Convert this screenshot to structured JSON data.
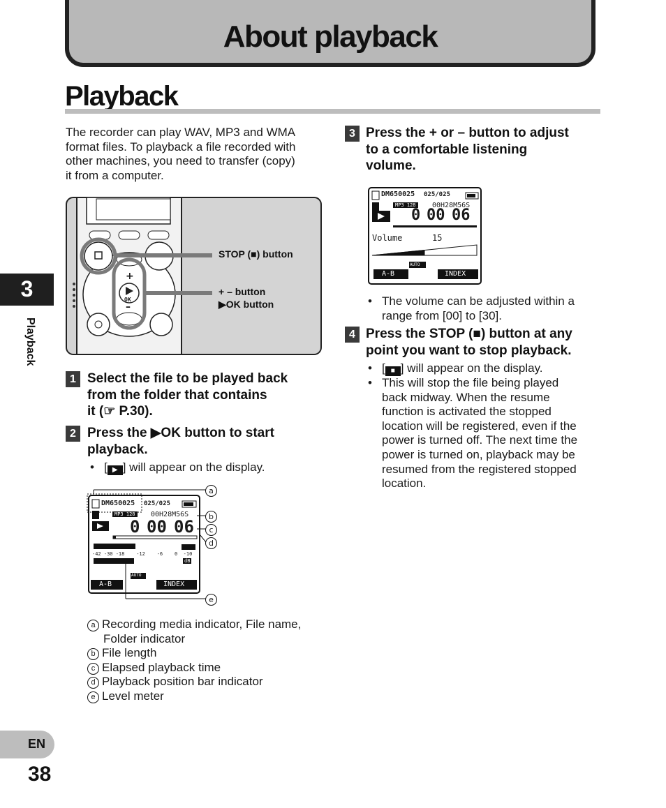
{
  "header": {
    "title": "About playback"
  },
  "section": {
    "title": "Playback"
  },
  "side_tab": {
    "chapter": "3",
    "label": "Playback"
  },
  "footer": {
    "lang": "EN",
    "page": "38"
  },
  "intro": {
    "lines": [
      "The recorder can play WAV, MP3 and WMA",
      "format files. To playback a file recorded with",
      "other machines, you need to transfer (copy)",
      "it from a computer."
    ]
  },
  "device_figure": {
    "stop_label": "STOP (■) button",
    "plus_minus_label": "+ – button",
    "ok_label": "▶OK button",
    "ok_button_text": "OK",
    "plus": "+",
    "minus": "–"
  },
  "steps": [
    {
      "num": "1",
      "lines": [
        "Select the file to be played back",
        "from the folder that contains",
        "it (☞ P.30)."
      ]
    },
    {
      "num": "2",
      "lines": [
        "Press the ▶OK button to start",
        "playback."
      ],
      "bullets": [
        {
          "pre": "[",
          "icon": "▶",
          "post": "] will appear on the display."
        }
      ]
    },
    {
      "num": "3",
      "lines": [
        "Press the + or – button to adjust",
        "to a comfortable listening",
        "volume."
      ],
      "bullets": [
        {
          "lines": [
            "The volume can be adjusted within a",
            "range from [00] to [30]."
          ]
        }
      ]
    },
    {
      "num": "4",
      "lines": [
        "Press the STOP (■) button at any",
        "point you want to stop playback."
      ],
      "bullets": [
        {
          "pre": "[",
          "icon": "■",
          "post": "] will appear on the display."
        },
        {
          "lines": [
            "This will stop the file being played",
            "back midway. When the resume",
            "function is activated the stopped",
            "location will be registered, even if the",
            "power is turned off. The next time the",
            "power is turned on, playback may be",
            "resumed from the registered stopped",
            "location."
          ]
        }
      ]
    }
  ],
  "lcd_main": {
    "file": "DM650025",
    "folder_count": "025/025",
    "format": "MP3 128",
    "length": "00H28M56S",
    "time_h": "0",
    "time_m": "00",
    "time_s": "06",
    "scale": "-42 -30 -18    -12    -6    0  -10",
    "db": "dB",
    "auto": "AUTO",
    "ab": "A-B",
    "index": "INDEX",
    "callouts": [
      "a",
      "b",
      "c",
      "d",
      "e"
    ]
  },
  "lcd_volume": {
    "file": "DM650025",
    "folder_count": "025/025",
    "format": "MP3 128",
    "length": "00H28M56S",
    "time_h": "0",
    "time_m": "00",
    "time_s": "06",
    "volume_label": "Volume",
    "volume_value": "15",
    "volume_level": 0.5,
    "auto": "AUTO",
    "ab": "A-B",
    "index": "INDEX"
  },
  "legend": [
    {
      "key": "a",
      "lines": [
        "Recording media indicator, File name,",
        "Folder indicator"
      ]
    },
    {
      "key": "b",
      "lines": [
        "File length"
      ]
    },
    {
      "key": "c",
      "lines": [
        "Elapsed playback time"
      ]
    },
    {
      "key": "d",
      "lines": [
        "Playback position bar indicator"
      ]
    },
    {
      "key": "e",
      "lines": [
        "Level meter"
      ]
    }
  ]
}
